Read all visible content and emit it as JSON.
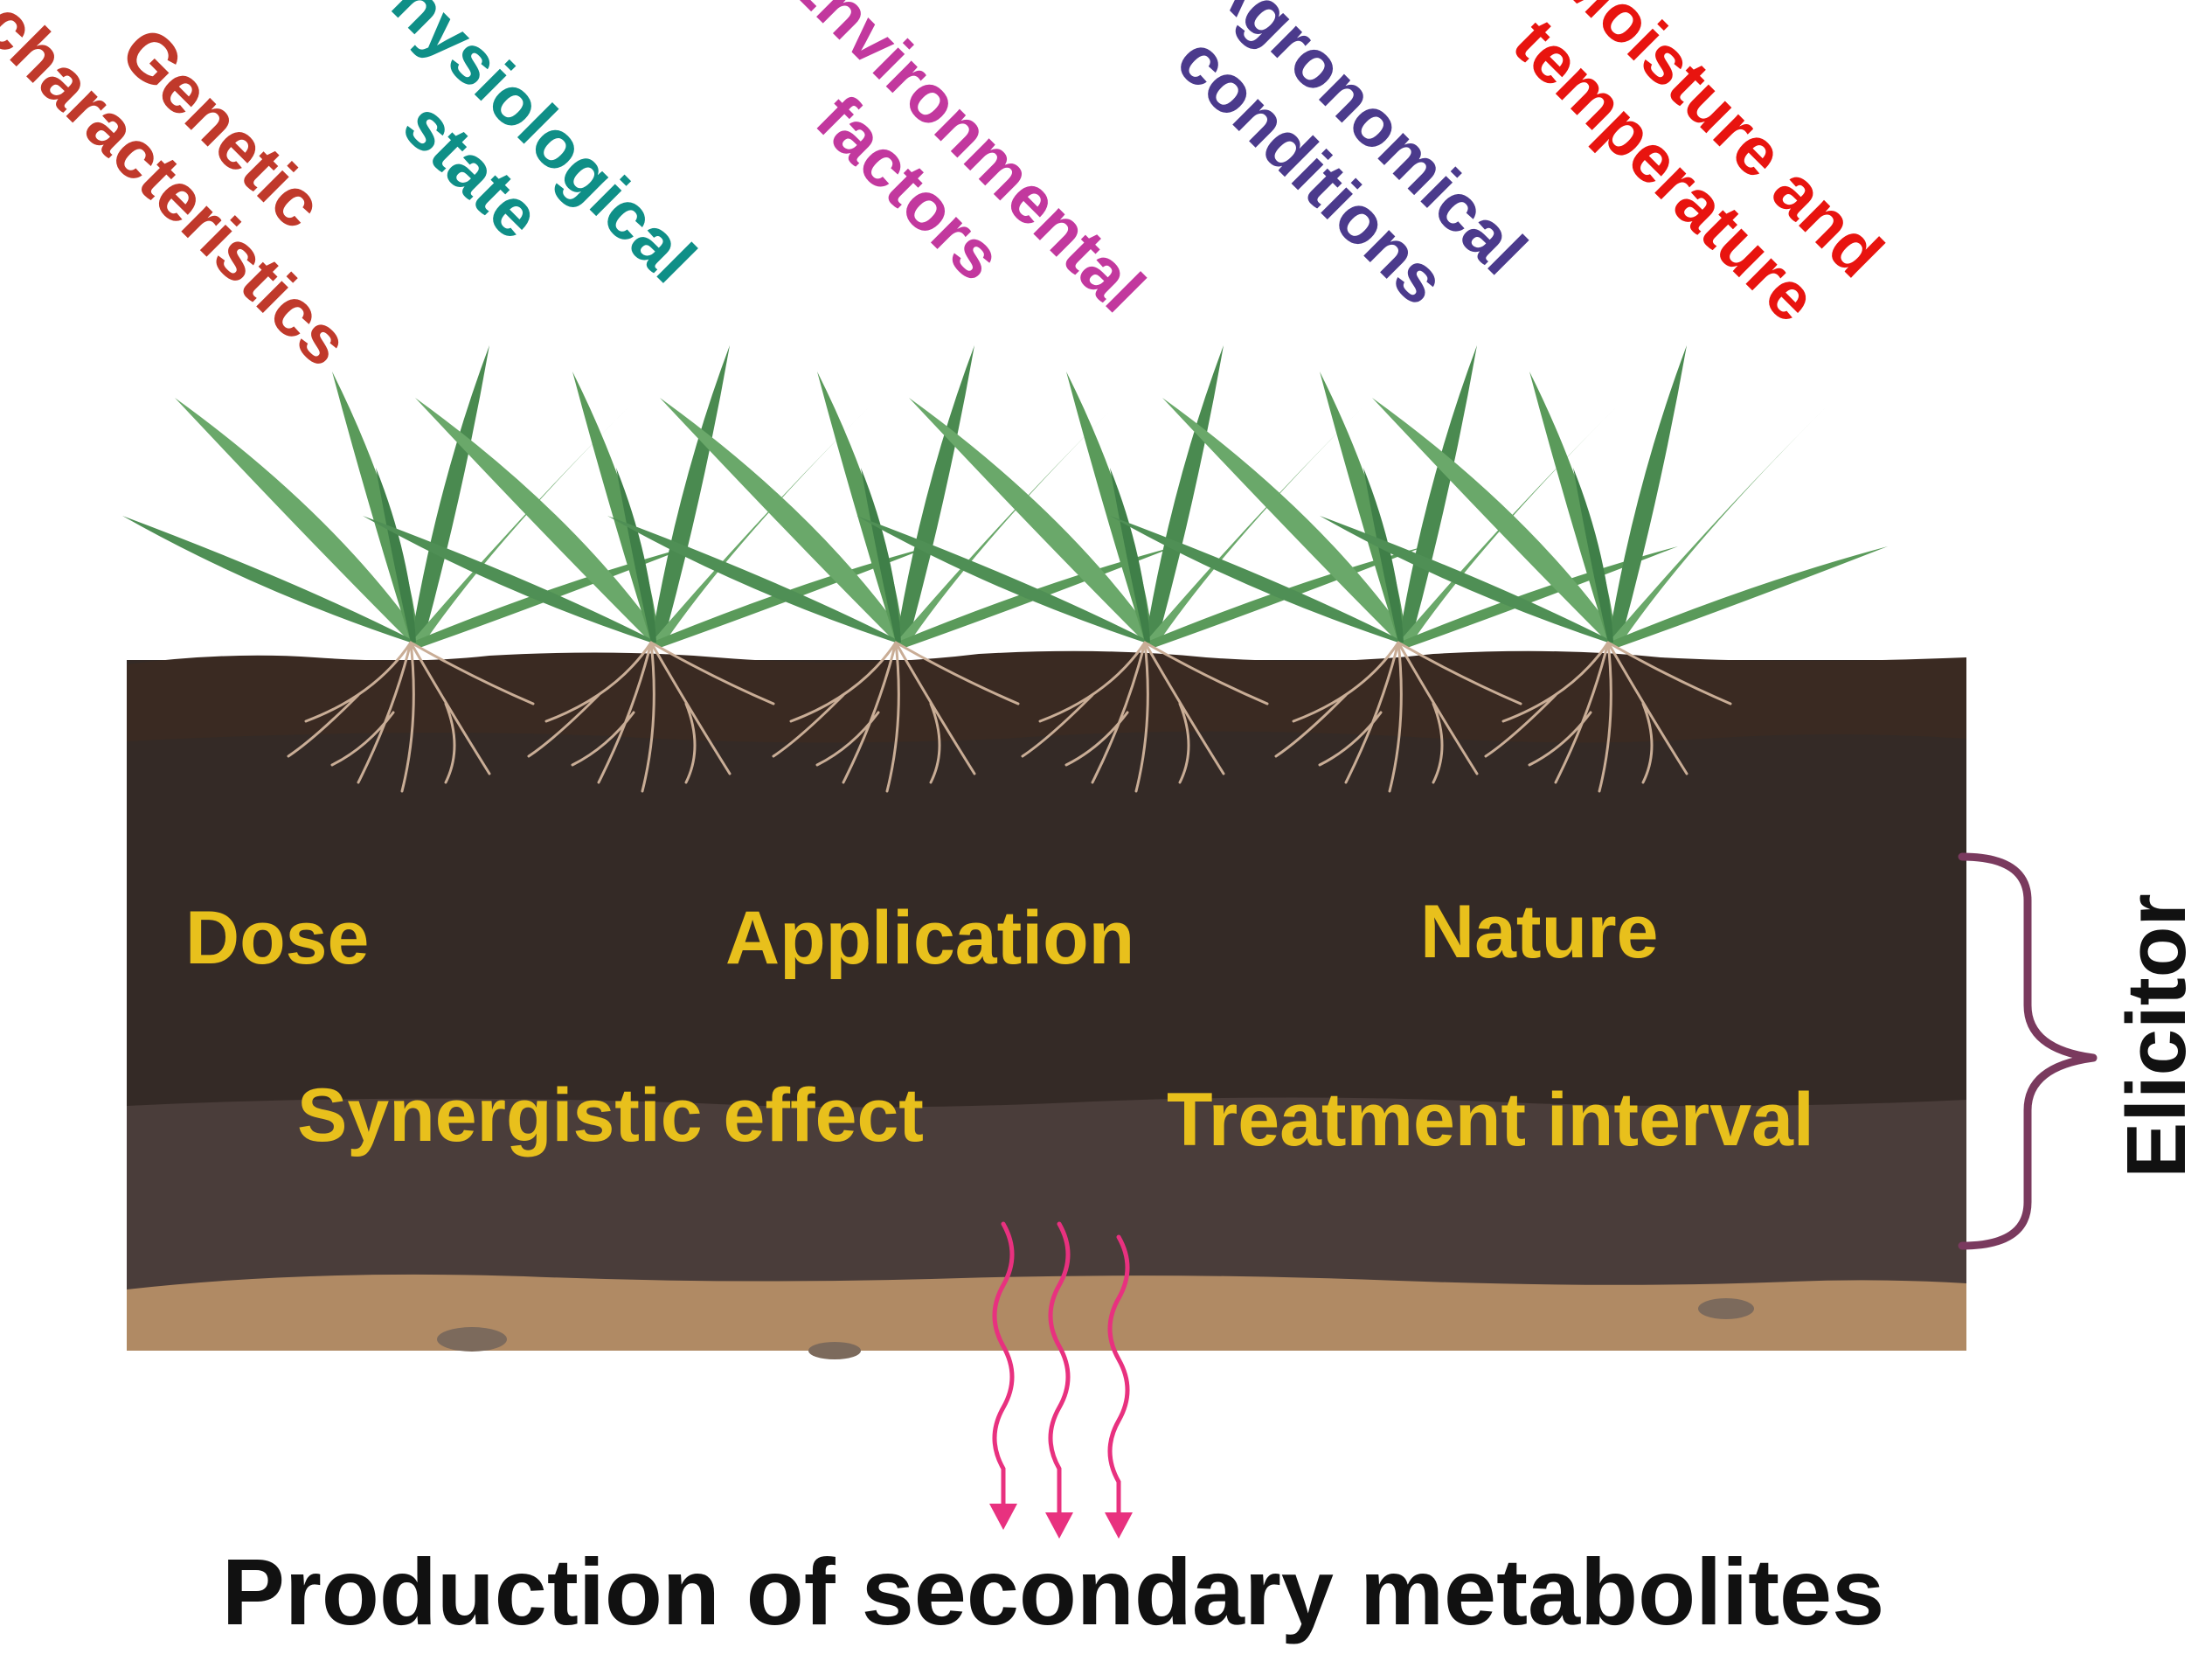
{
  "factors": [
    {
      "lines": [
        "Genetic",
        "characteristics"
      ],
      "color": "#c0392b"
    },
    {
      "lines": [
        "Physiological",
        "state"
      ],
      "color": "#0f8f87"
    },
    {
      "lines": [
        "Environmental",
        "factors"
      ],
      "color": "#c2389e"
    },
    {
      "lines": [
        "Agronomical",
        "conditions"
      ],
      "color": "#4b3a8c"
    },
    {
      "lines": [
        "Moisture and",
        "temperature"
      ],
      "color": "#e8140f"
    }
  ],
  "elicitor_properties": [
    "Dose",
    "Application",
    "Nature",
    "Synergistic effect",
    "Treatment interval"
  ],
  "elicitor_label": "Elicitor",
  "output_label": "Production of secondary metabolites",
  "colors": {
    "soil_top": "#3a2a22",
    "soil_mid": "#342a26",
    "soil_lower": "#4a3d3a",
    "sand": "#b08a64",
    "grass": "#5a9a5a",
    "brace": "#7a3a5e",
    "arrows": "#e8317f",
    "elicitor_text": "#e8c01c"
  }
}
